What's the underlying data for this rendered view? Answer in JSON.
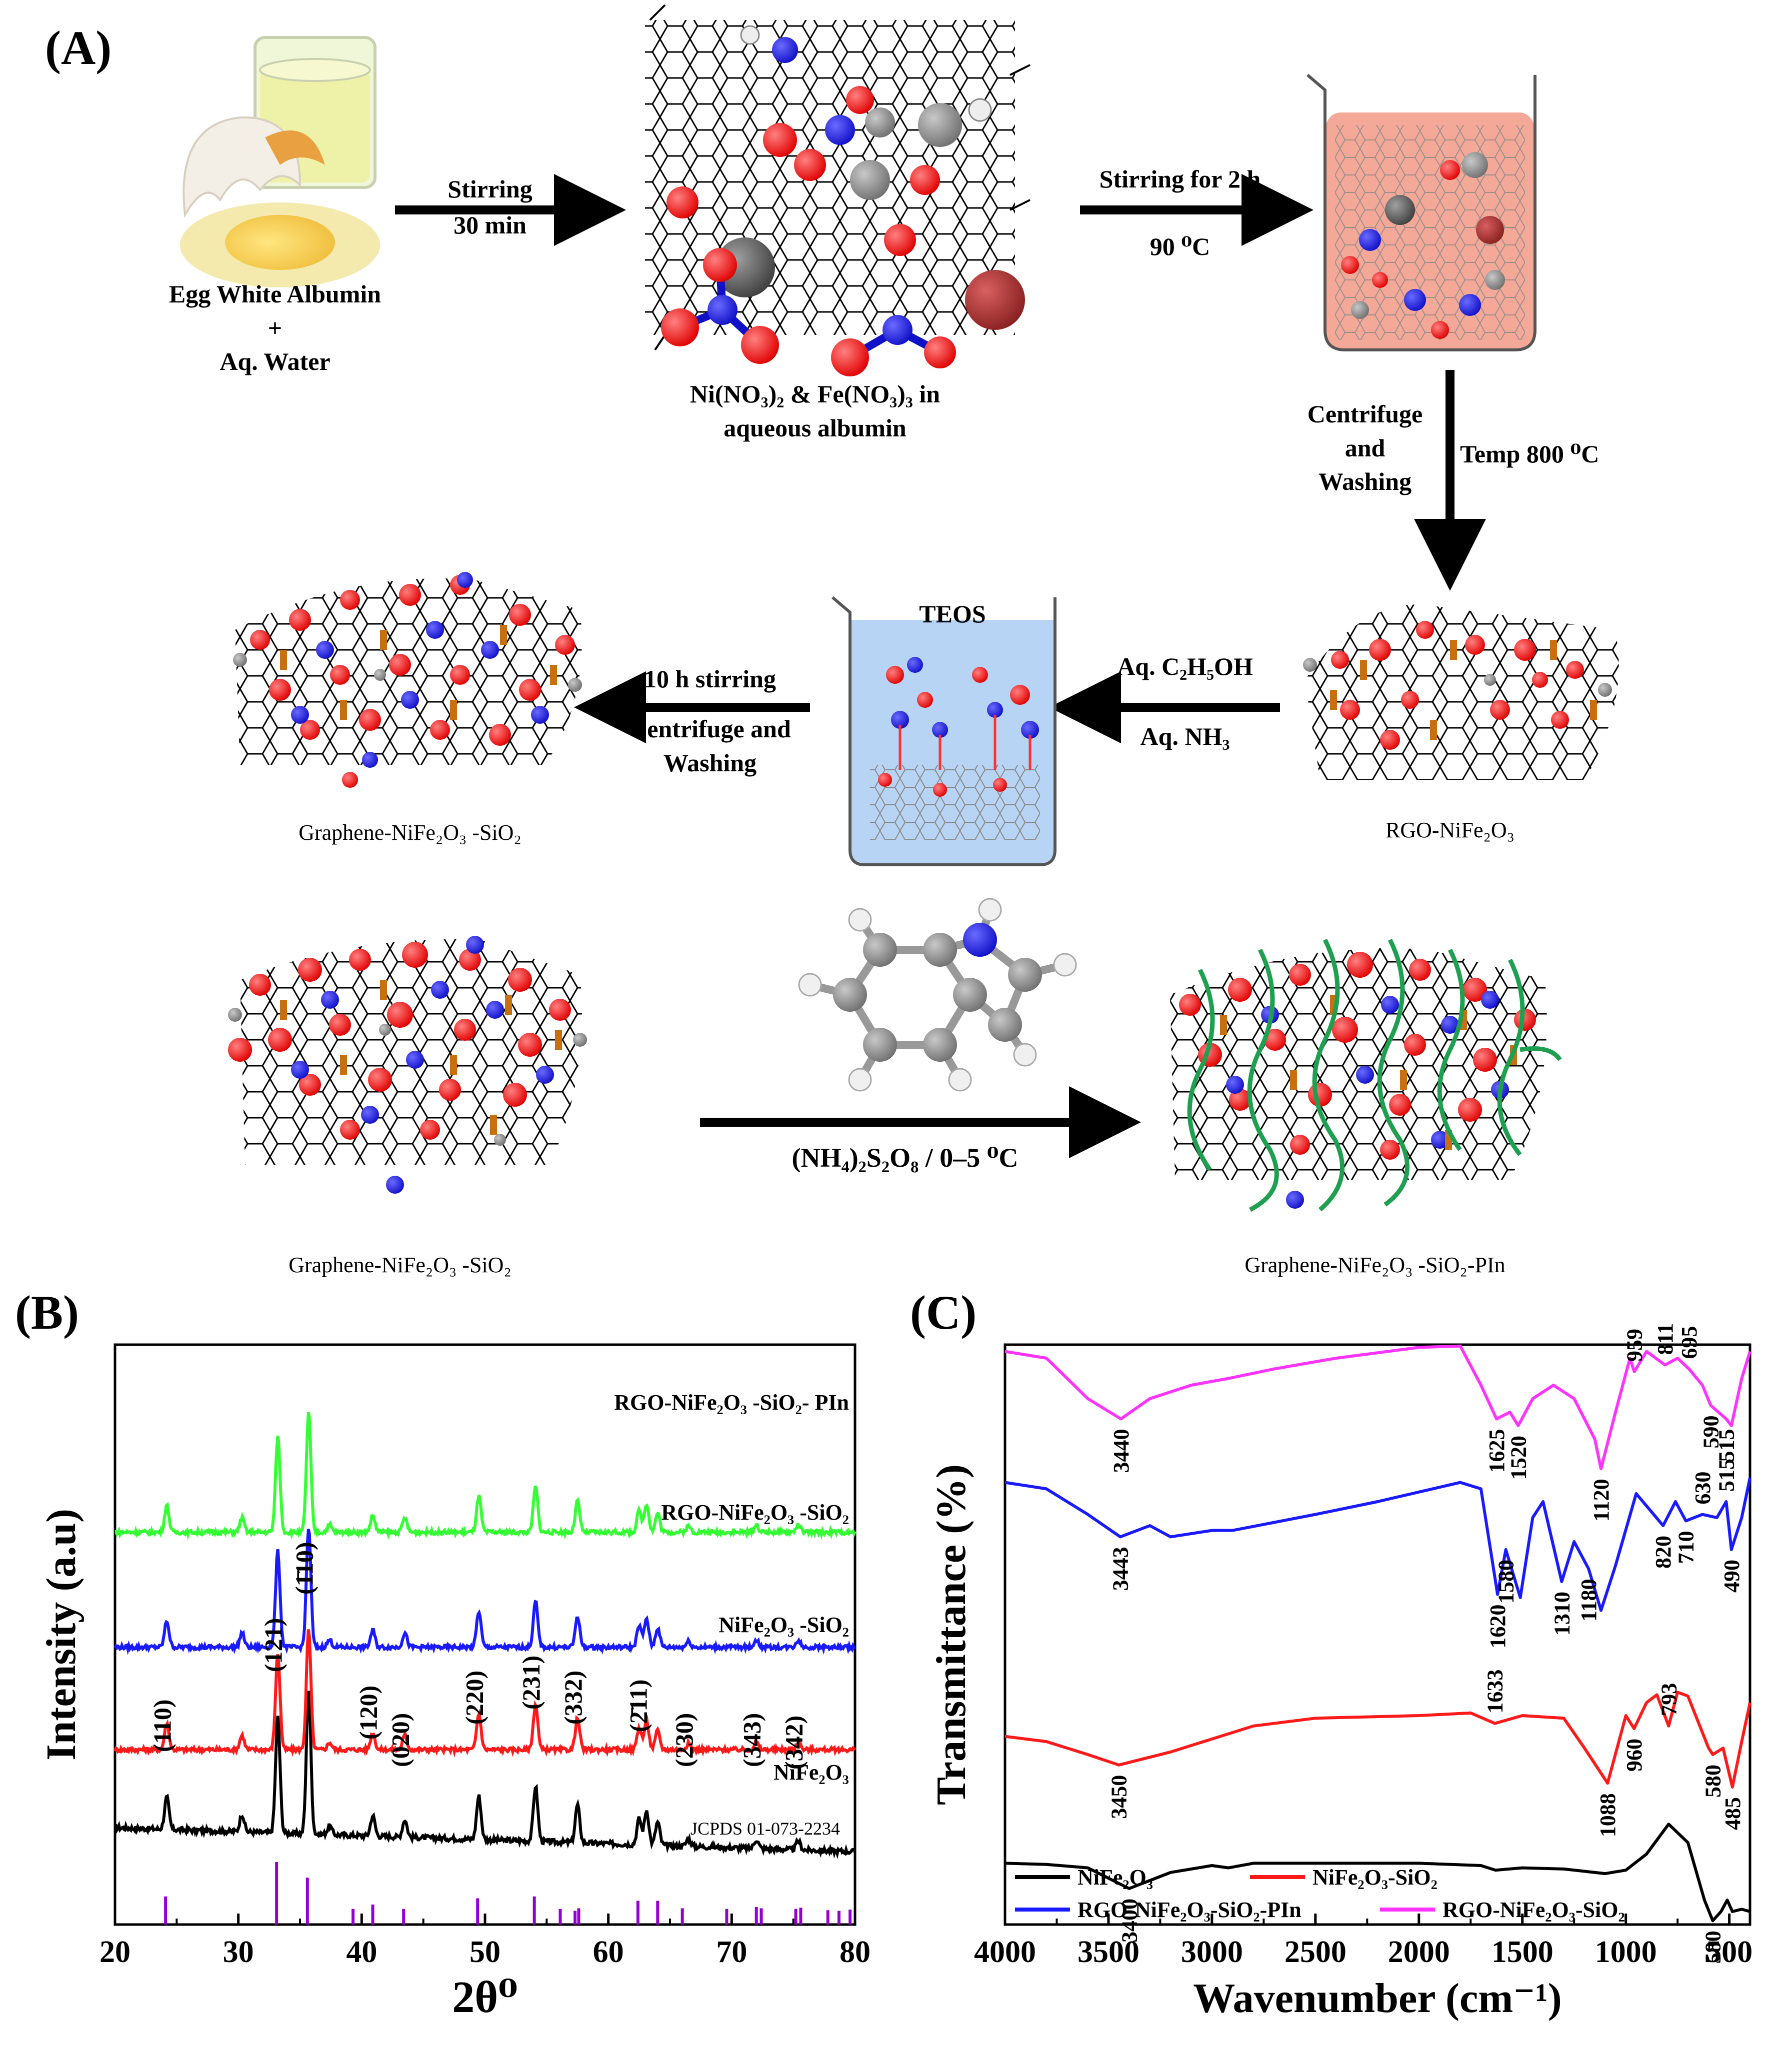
{
  "panels": {
    "a": "(A)",
    "b": "(B)",
    "c": "(C)"
  },
  "scheme": {
    "egg_line1": "Egg White Albumin",
    "egg_plus": "+",
    "egg_line2": "Aq. Water",
    "step1_line1": "Stirring",
    "step1_line2": "30 min",
    "nitrate_line1": "Ni(NO₃)₂ & Fe(NO₃)₃ in",
    "nitrate_line2": "aqueous albumin",
    "step2_line1": "Stirring for 2 h",
    "step2_line2": "90 ⁰C",
    "step3_left_1": "Centrifuge",
    "step3_left_2": "and",
    "step3_left_3": "Washing",
    "step3_right": "Temp 800 ⁰C",
    "rgo_label": "RGO-NiFe₂O₃",
    "step4_line1": "Aq. C₂H₅OH",
    "step4_line2": "Aq. NH₃",
    "teos": "TEOS",
    "step5_line1": "10 h stirring",
    "step5_line2": "Centrifuge and",
    "step5_line3": "Washing",
    "gns_label": "Graphene-NiFe₂O₃ -SiO₂",
    "gns_label2": "Graphene-NiFe₂O₃ -SiO₂",
    "step6": "(NH₄)₂S₂O₈ / 0–5 ⁰C",
    "final_label": "Graphene-NiFe₂O₃ -SiO₂-PIn"
  },
  "colors": {
    "black": "#000000",
    "red": "#ff1a1a",
    "green": "#33ff33",
    "blue": "#1a1aff",
    "magenta": "#ff33ff",
    "purple": "#9400d3",
    "beaker_pink": "#f4a898",
    "beaker_blue": "#b8d4f4"
  },
  "chart_data": [
    {
      "type": "line",
      "panel": "B",
      "xlabel": "2θ⁰",
      "ylabel": "Intensity (a.u)",
      "xlim": [
        20,
        80
      ],
      "xticks": [
        20,
        30,
        40,
        50,
        60,
        70,
        80
      ],
      "series": [
        {
          "name": "NiFe₂O₃",
          "color": "#000000",
          "offset": 0
        },
        {
          "name": "NiFe₂O₃ -SiO₂",
          "color": "#ff1a1a",
          "offset": 1
        },
        {
          "name": "RGO-NiFe₂O₃ -SiO₂",
          "color": "#1a1aff",
          "offset": 2
        },
        {
          "name": "RGO-NiFe₂O₃ -SiO₂- PIn",
          "color": "#33ff33",
          "offset": 3
        }
      ],
      "peaks": [
        {
          "x": 24.2,
          "h": 0.22
        },
        {
          "x": 30.3,
          "h": 0.12
        },
        {
          "x": 33.2,
          "h": 0.8
        },
        {
          "x": 35.7,
          "h": 1.0
        },
        {
          "x": 37.4,
          "h": 0.06
        },
        {
          "x": 40.9,
          "h": 0.14
        },
        {
          "x": 43.5,
          "h": 0.12
        },
        {
          "x": 49.5,
          "h": 0.3
        },
        {
          "x": 54.1,
          "h": 0.38
        },
        {
          "x": 57.5,
          "h": 0.26
        },
        {
          "x": 62.5,
          "h": 0.18
        },
        {
          "x": 63.1,
          "h": 0.24
        },
        {
          "x": 64.0,
          "h": 0.16
        },
        {
          "x": 66.5,
          "h": 0.05
        },
        {
          "x": 72.0,
          "h": 0.06
        },
        {
          "x": 75.4,
          "h": 0.06
        }
      ],
      "miller_labels": [
        {
          "x": 24.2,
          "label": "(110)"
        },
        {
          "x": 33.2,
          "label": "(121)"
        },
        {
          "x": 35.7,
          "label": "(1̄10)"
        },
        {
          "x": 40.9,
          "label": "(120)"
        },
        {
          "x": 43.5,
          "label": "(020)"
        },
        {
          "x": 49.5,
          "label": "(220)"
        },
        {
          "x": 54.1,
          "label": "(231)"
        },
        {
          "x": 57.5,
          "label": "(332)"
        },
        {
          "x": 62.8,
          "label": "(2̄11)"
        },
        {
          "x": 66.5,
          "label": "(230)"
        },
        {
          "x": 72.0,
          "label": "(343)"
        },
        {
          "x": 75.4,
          "label": "(342)"
        }
      ],
      "reference": {
        "label": "JCPDS 01-073-2234",
        "lines": [
          {
            "x": 24.1,
            "h": 0.45
          },
          {
            "x": 33.1,
            "h": 1.0
          },
          {
            "x": 35.6,
            "h": 0.75
          },
          {
            "x": 39.3,
            "h": 0.25
          },
          {
            "x": 40.9,
            "h": 0.32
          },
          {
            "x": 43.4,
            "h": 0.25
          },
          {
            "x": 49.4,
            "h": 0.42
          },
          {
            "x": 54.0,
            "h": 0.45
          },
          {
            "x": 56.1,
            "h": 0.25
          },
          {
            "x": 57.3,
            "h": 0.22
          },
          {
            "x": 57.6,
            "h": 0.26
          },
          {
            "x": 62.4,
            "h": 0.38
          },
          {
            "x": 64.0,
            "h": 0.38
          },
          {
            "x": 66.0,
            "h": 0.26
          },
          {
            "x": 69.6,
            "h": 0.25
          },
          {
            "x": 72.0,
            "h": 0.28
          },
          {
            "x": 72.4,
            "h": 0.26
          },
          {
            "x": 75.2,
            "h": 0.25
          },
          {
            "x": 75.6,
            "h": 0.27
          },
          {
            "x": 77.8,
            "h": 0.23
          },
          {
            "x": 78.7,
            "h": 0.22
          },
          {
            "x": 79.6,
            "h": 0.24
          }
        ]
      }
    },
    {
      "type": "line",
      "panel": "C",
      "xlabel": "Wavenumber (cm⁻¹)",
      "ylabel": "Transmittance (%)",
      "xlim": [
        4000,
        400
      ],
      "xticks": [
        4000,
        3500,
        3000,
        2500,
        2000,
        1500,
        1000,
        500
      ],
      "legend_placement": "bottom-left",
      "series": [
        {
          "name": "NiFe₂O₃",
          "color": "#000000",
          "points": [
            [
              4000,
              0.38
            ],
            [
              3800,
              0.39
            ],
            [
              3600,
              0.42
            ],
            [
              3400,
              0.6
            ],
            [
              3200,
              0.46
            ],
            [
              3000,
              0.4
            ],
            [
              2920,
              0.42
            ],
            [
              2800,
              0.38
            ],
            [
              2500,
              0.38
            ],
            [
              2000,
              0.38
            ],
            [
              1700,
              0.4
            ],
            [
              1630,
              0.44
            ],
            [
              1500,
              0.42
            ],
            [
              1300,
              0.43
            ],
            [
              1100,
              0.47
            ],
            [
              1000,
              0.44
            ],
            [
              900,
              0.3
            ],
            [
              793,
              0.04
            ],
            [
              700,
              0.2
            ],
            [
              620,
              0.7
            ],
            [
              580,
              0.88
            ],
            [
              540,
              0.8
            ],
            [
              510,
              0.7
            ],
            [
              485,
              0.8
            ],
            [
              440,
              0.78
            ],
            [
              400,
              0.8
            ]
          ],
          "labels": [
            {
              "x": 3400,
              "label": "3400"
            },
            {
              "x": 580,
              "label": "580"
            }
          ]
        },
        {
          "name": "NiFe₂O₃-SiO₂",
          "color": "#ff1a1a",
          "points": [
            [
              4000,
              0.36
            ],
            [
              3800,
              0.4
            ],
            [
              3600,
              0.5
            ],
            [
              3450,
              0.58
            ],
            [
              3200,
              0.48
            ],
            [
              3000,
              0.38
            ],
            [
              2800,
              0.28
            ],
            [
              2500,
              0.22
            ],
            [
              2000,
              0.2
            ],
            [
              1750,
              0.18
            ],
            [
              1633,
              0.26
            ],
            [
              1500,
              0.2
            ],
            [
              1300,
              0.22
            ],
            [
              1200,
              0.45
            ],
            [
              1088,
              0.72
            ],
            [
              1000,
              0.2
            ],
            [
              960,
              0.3
            ],
            [
              900,
              0.1
            ],
            [
              850,
              0.04
            ],
            [
              793,
              0.28
            ],
            [
              750,
              0.02
            ],
            [
              700,
              0.05
            ],
            [
              600,
              0.45
            ],
            [
              580,
              0.5
            ],
            [
              530,
              0.45
            ],
            [
              485,
              0.75
            ],
            [
              440,
              0.4
            ],
            [
              400,
              0.1
            ]
          ],
          "labels": [
            {
              "x": 3450,
              "label": "3450"
            },
            {
              "x": 1633,
              "label": "1633"
            },
            {
              "x": 1088,
              "label": "1088"
            },
            {
              "x": 960,
              "label": "960"
            },
            {
              "x": 793,
              "label": "793"
            },
            {
              "x": 580,
              "label": "580"
            },
            {
              "x": 485,
              "label": "485"
            }
          ]
        },
        {
          "name": "RGO-NiFe₂O₃-SiO₂-PIn",
          "color": "#1a1aff",
          "points": [
            [
              4000,
              0.08
            ],
            [
              3800,
              0.12
            ],
            [
              3600,
              0.28
            ],
            [
              3443,
              0.42
            ],
            [
              3300,
              0.35
            ],
            [
              3200,
              0.42
            ],
            [
              3000,
              0.38
            ],
            [
              2900,
              0.38
            ],
            [
              2700,
              0.33
            ],
            [
              2500,
              0.28
            ],
            [
              2200,
              0.2
            ],
            [
              1800,
              0.08
            ],
            [
              1700,
              0.12
            ],
            [
              1620,
              0.78
            ],
            [
              1580,
              0.5
            ],
            [
              1510,
              0.8
            ],
            [
              1450,
              0.3
            ],
            [
              1400,
              0.2
            ],
            [
              1310,
              0.7
            ],
            [
              1250,
              0.45
            ],
            [
              1180,
              0.62
            ],
            [
              1120,
              0.88
            ],
            [
              1050,
              0.6
            ],
            [
              950,
              0.15
            ],
            [
              820,
              0.35
            ],
            [
              760,
              0.2
            ],
            [
              710,
              0.32
            ],
            [
              630,
              0.28
            ],
            [
              560,
              0.3
            ],
            [
              515,
              0.2
            ],
            [
              490,
              0.5
            ],
            [
              440,
              0.3
            ],
            [
              400,
              0.05
            ]
          ],
          "labels": [
            {
              "x": 3443,
              "label": "3443"
            },
            {
              "x": 1620,
              "label": "1620"
            },
            {
              "x": 1580,
              "label": "1580"
            },
            {
              "x": 1310,
              "label": "1310"
            },
            {
              "x": 1180,
              "label": "1180"
            },
            {
              "x": 820,
              "label": "820"
            },
            {
              "x": 710,
              "label": "710"
            },
            {
              "x": 630,
              "label": "630"
            },
            {
              "x": 515,
              "label": "515"
            },
            {
              "x": 490,
              "label": "490"
            }
          ]
        },
        {
          "name": "RGO-NiFe₂O₃-SiO₂",
          "color": "#ff33ff",
          "points": [
            [
              4000,
              0.05
            ],
            [
              3800,
              0.1
            ],
            [
              3600,
              0.4
            ],
            [
              3440,
              0.55
            ],
            [
              3300,
              0.4
            ],
            [
              3100,
              0.3
            ],
            [
              2920,
              0.25
            ],
            [
              2700,
              0.18
            ],
            [
              2400,
              0.1
            ],
            [
              2000,
              0.02
            ],
            [
              1800,
              0.01
            ],
            [
              1700,
              0.3
            ],
            [
              1625,
              0.55
            ],
            [
              1560,
              0.5
            ],
            [
              1520,
              0.6
            ],
            [
              1450,
              0.4
            ],
            [
              1350,
              0.3
            ],
            [
              1250,
              0.4
            ],
            [
              1150,
              0.7
            ],
            [
              1120,
              0.92
            ],
            [
              1050,
              0.5
            ],
            [
              980,
              0.1
            ],
            [
              959,
              0.2
            ],
            [
              900,
              0.05
            ],
            [
              811,
              0.15
            ],
            [
              750,
              0.1
            ],
            [
              695,
              0.18
            ],
            [
              630,
              0.3
            ],
            [
              590,
              0.45
            ],
            [
              515,
              0.55
            ],
            [
              490,
              0.6
            ],
            [
              440,
              0.25
            ],
            [
              400,
              0.05
            ]
          ],
          "labels": [
            {
              "x": 3440,
              "label": "3440"
            },
            {
              "x": 1625,
              "label": "1625"
            },
            {
              "x": 1520,
              "label": "1520"
            },
            {
              "x": 1120,
              "label": "1120"
            },
            {
              "x": 959,
              "label": "959"
            },
            {
              "x": 811,
              "label": "811"
            },
            {
              "x": 695,
              "label": "695"
            },
            {
              "x": 590,
              "label": "590"
            },
            {
              "x": 515,
              "label": "515"
            }
          ]
        }
      ]
    }
  ]
}
